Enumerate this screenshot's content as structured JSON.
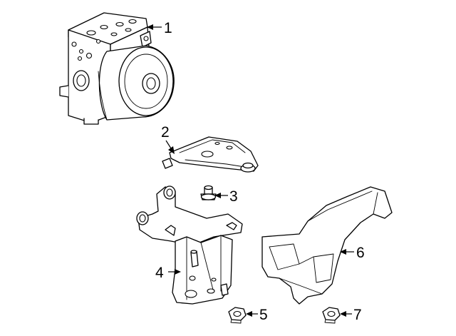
{
  "callouts": [
    {
      "id": "1",
      "label": "1",
      "part": "abs-modulator"
    },
    {
      "id": "2",
      "label": "2",
      "part": "mounting-plate"
    },
    {
      "id": "3",
      "label": "3",
      "part": "bolt"
    },
    {
      "id": "4",
      "label": "4",
      "part": "bracket"
    },
    {
      "id": "5",
      "label": "5",
      "part": "nut"
    },
    {
      "id": "6",
      "label": "6",
      "part": "shield"
    },
    {
      "id": "7",
      "label": "7",
      "part": "nut"
    }
  ]
}
